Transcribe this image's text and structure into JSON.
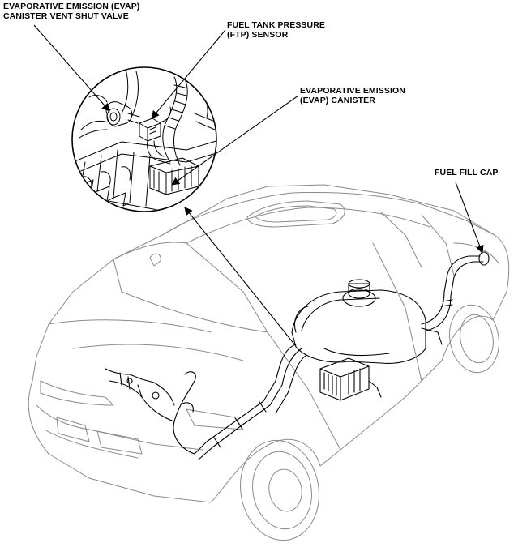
{
  "labels": {
    "canister_vent_valve": {
      "line1": "EVAPORATIVE EMISSION (EVAP)",
      "line2": "CANISTER VENT SHUT VALVE"
    },
    "ftp_sensor": {
      "line1": "FUEL TANK PRESSURE",
      "line2": "(FTP) SENSOR"
    },
    "evap_canister": {
      "line1": "EVAPORATIVE EMISSION",
      "line2": "(EVAP) CANISTER"
    },
    "fuel_fill_cap": {
      "line1": "FUEL FILL CAP"
    }
  },
  "colors": {
    "line": "#000000",
    "car_outline": "#8a8a8a",
    "background": "#ffffff"
  }
}
